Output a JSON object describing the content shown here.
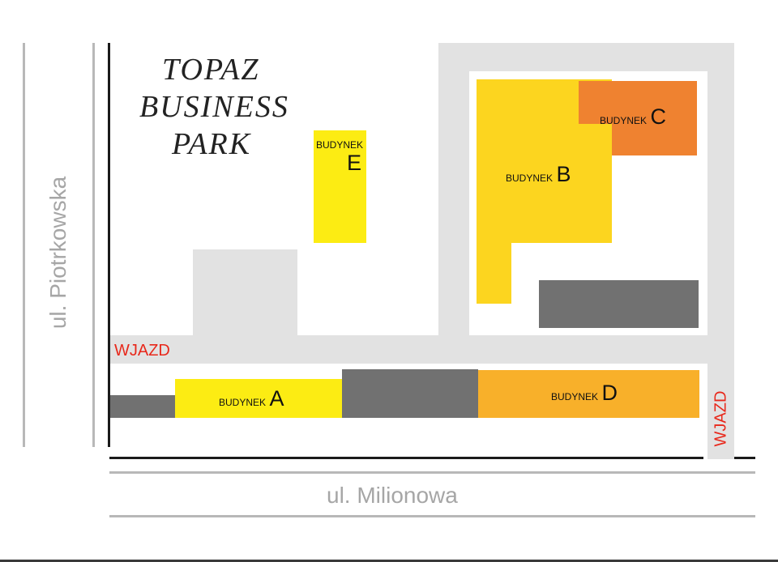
{
  "map": {
    "title_lines": [
      "TOPAZ",
      "BUSINESS",
      "PARK"
    ],
    "buildings": {
      "a": {
        "prefix": "BUDYNEK",
        "letter": "A",
        "color": "#fcec13"
      },
      "b": {
        "prefix": "BUDYNEK",
        "letter": "B",
        "color": "#fcd51f"
      },
      "c": {
        "prefix": "BUDYNEK",
        "letter": "C",
        "color": "#ef8230"
      },
      "d": {
        "prefix": "BUDYNEK",
        "letter": "D",
        "color": "#f8b02a"
      },
      "e": {
        "prefix": "BUDYNEK",
        "letter": "E",
        "color": "#fcec13"
      }
    },
    "streets": {
      "west": "ul. Piotrkowska",
      "south": "ul. Milionowa"
    },
    "entrances": {
      "west": "WJAZD",
      "south": "WJAZD"
    },
    "colors": {
      "road": "#e2e2e2",
      "parking": "#717171",
      "entrance_text": "#e8281b",
      "street_text": "#a6a6a6"
    }
  }
}
